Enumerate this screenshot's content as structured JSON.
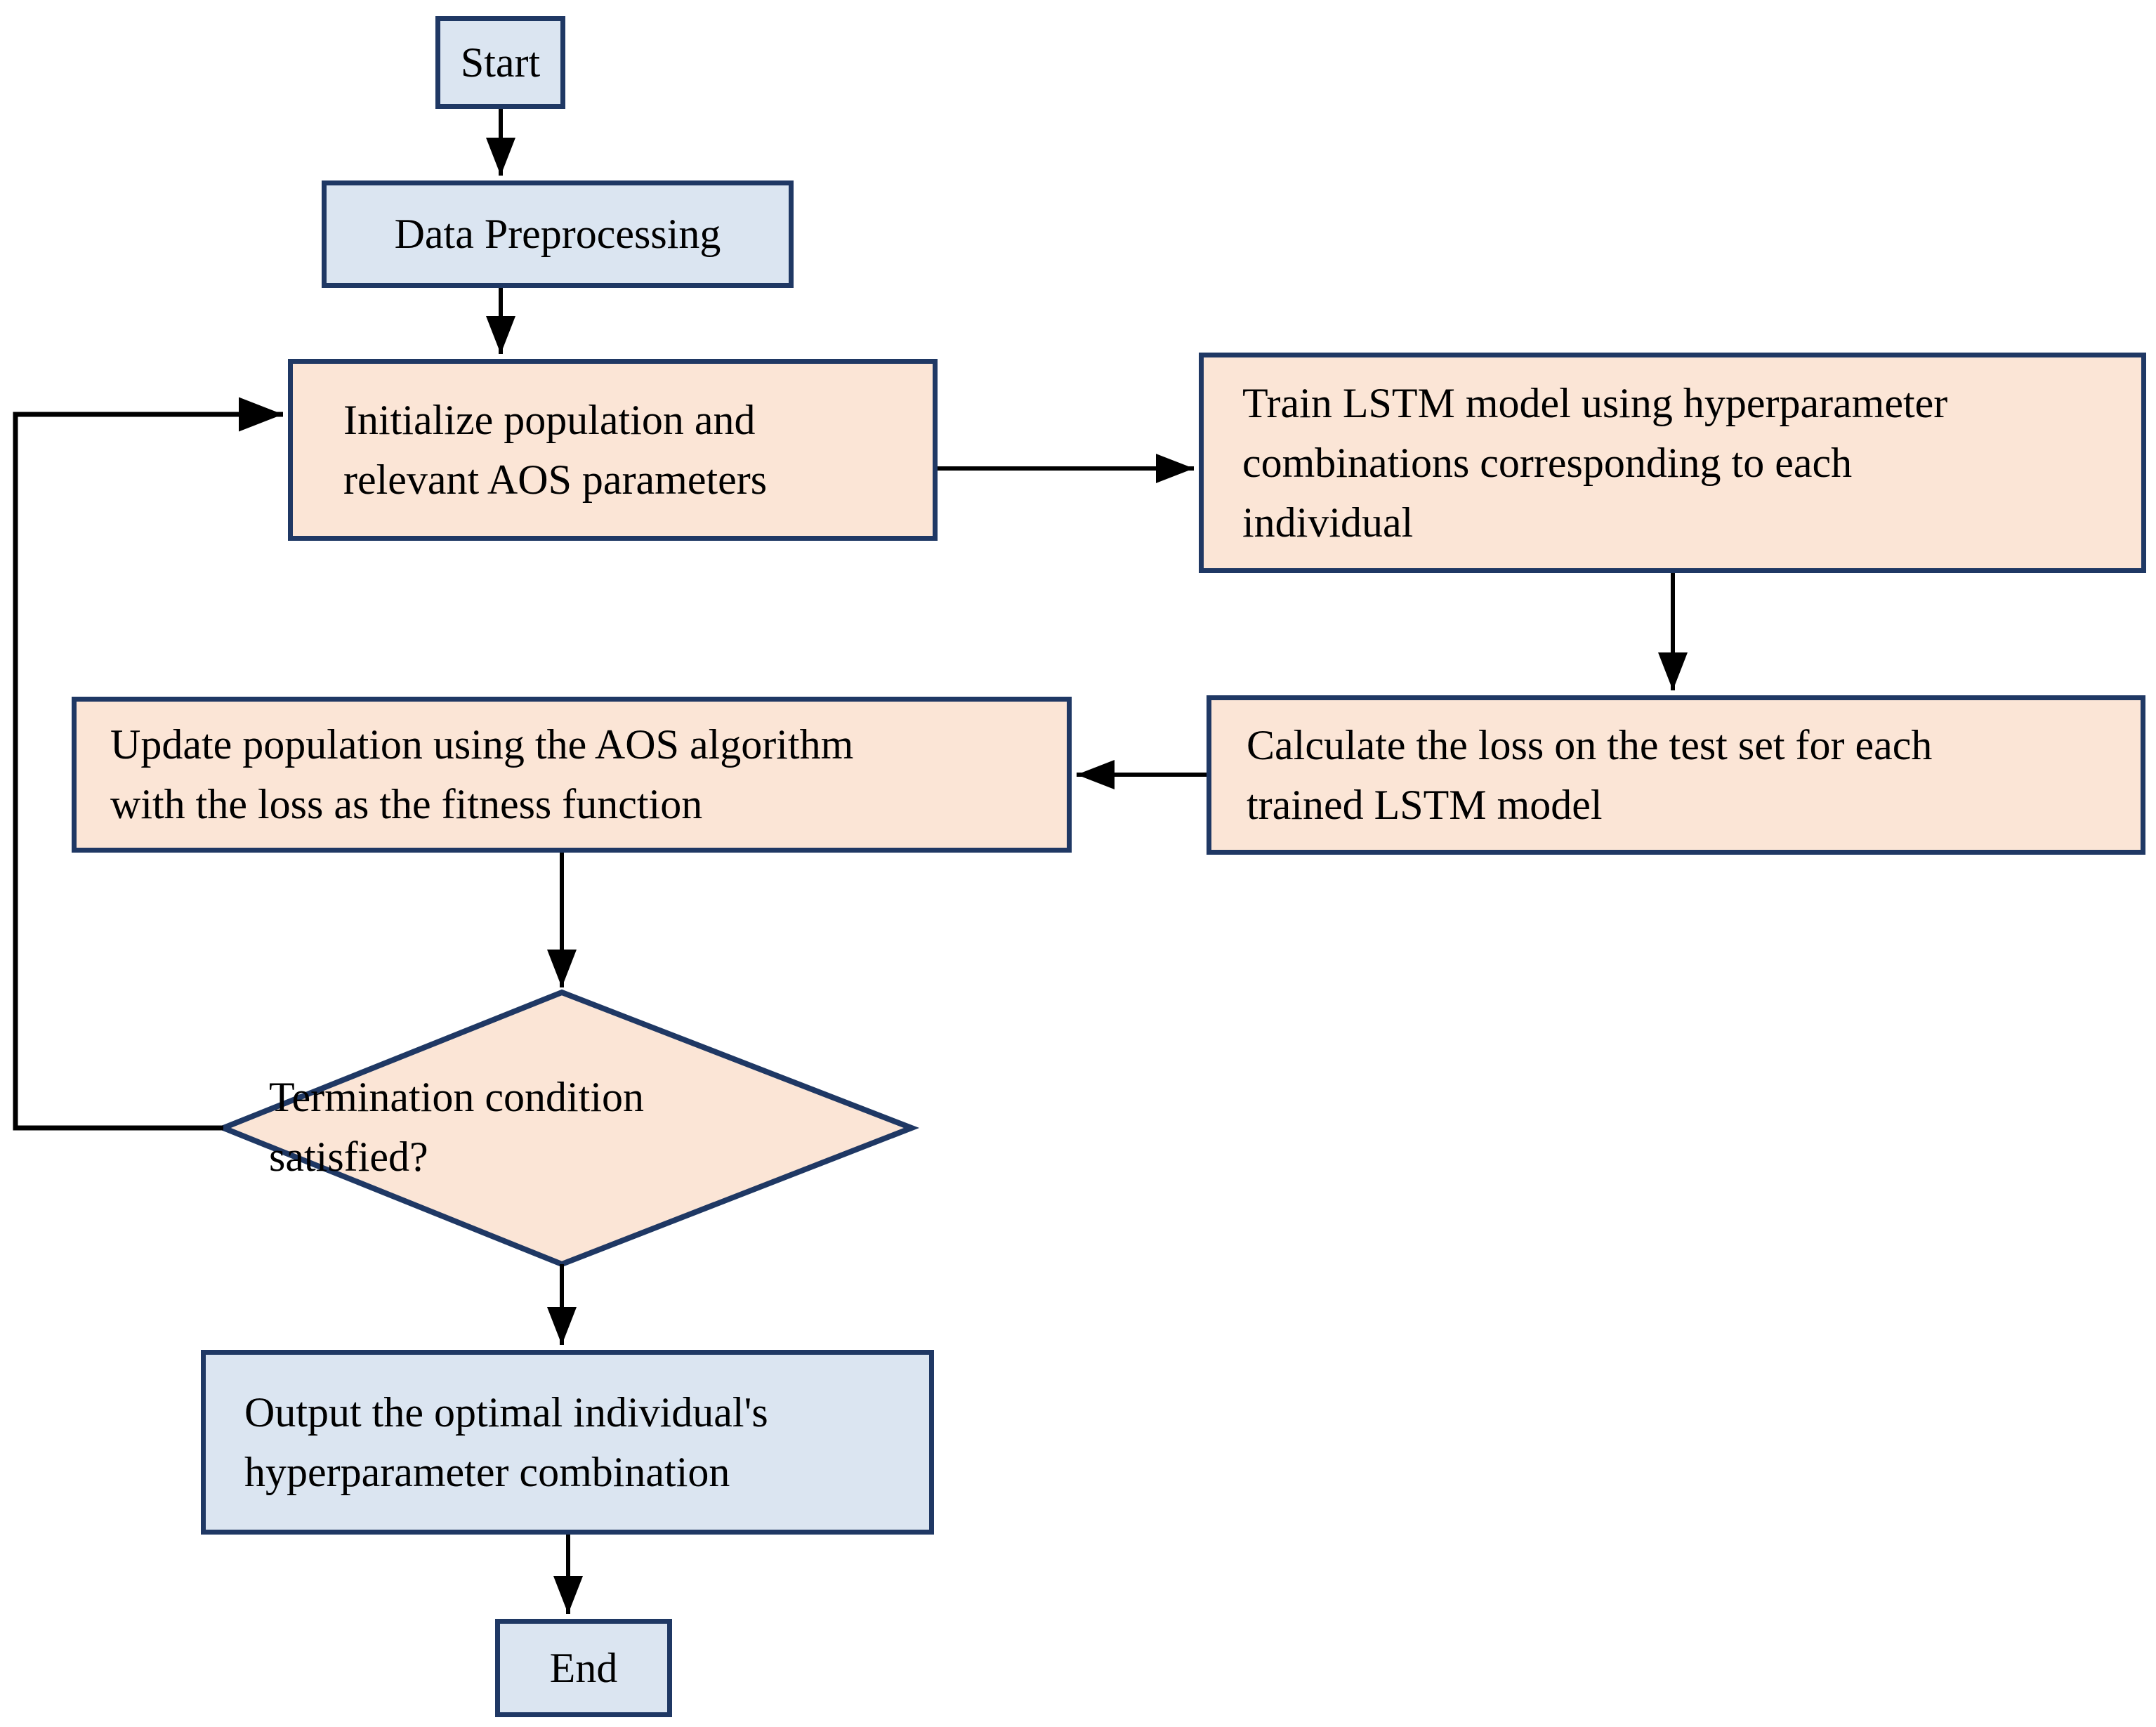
{
  "diagram": {
    "type": "flowchart",
    "nodes": {
      "start": {
        "label": "Start",
        "shape": "rectangle",
        "fill": "terminal"
      },
      "preprocess": {
        "label": "Data Preprocessing",
        "shape": "rectangle",
        "fill": "terminal"
      },
      "initialize": {
        "label": "Initialize population and relevant AOS parameters",
        "lines": [
          "Initialize population and",
          "relevant AOS parameters"
        ],
        "shape": "rectangle",
        "fill": "process"
      },
      "train": {
        "label": "Train LSTM model using hyperparameter combinations corresponding to each individual",
        "lines": [
          "Train LSTM model using hyperparameter",
          "combinations corresponding to each",
          "individual"
        ],
        "shape": "rectangle",
        "fill": "process"
      },
      "calculate": {
        "label": "Calculate the loss on the test set for each trained LSTM model",
        "lines": [
          "Calculate the loss on the test set for each",
          "trained LSTM model"
        ],
        "shape": "rectangle",
        "fill": "process"
      },
      "update": {
        "label": "Update population using the AOS algorithm with the loss as the fitness function",
        "lines": [
          "Update population using the AOS algorithm",
          "with the loss as the fitness function"
        ],
        "shape": "rectangle",
        "fill": "process"
      },
      "decision": {
        "label": "Termination condition satisfied?",
        "lines": [
          "Termination condition",
          "satisfied?"
        ],
        "shape": "diamond",
        "fill": "process"
      },
      "output": {
        "label": "Output the optimal individual's hyperparameter combination",
        "lines": [
          "Output the optimal individual's",
          "hyperparameter combination"
        ],
        "shape": "rectangle",
        "fill": "terminal"
      },
      "end": {
        "label": "End",
        "shape": "rectangle",
        "fill": "terminal"
      }
    },
    "edges": [
      {
        "from": "start",
        "to": "preprocess"
      },
      {
        "from": "preprocess",
        "to": "initialize"
      },
      {
        "from": "initialize",
        "to": "train"
      },
      {
        "from": "train",
        "to": "calculate"
      },
      {
        "from": "calculate",
        "to": "update"
      },
      {
        "from": "update",
        "to": "decision"
      },
      {
        "from": "decision",
        "to": "output"
      },
      {
        "from": "output",
        "to": "end"
      },
      {
        "from": "decision",
        "to": "initialize",
        "kind": "loop-back"
      }
    ]
  },
  "colors": {
    "terminal_fill": "#dbe5f1",
    "process_fill": "#fbe5d6",
    "border": "#1f3864",
    "arrow": "#000000",
    "background": "#ffffff"
  }
}
